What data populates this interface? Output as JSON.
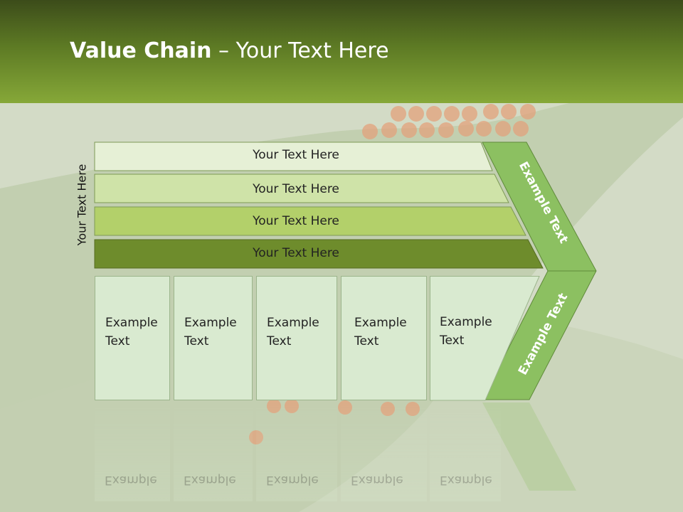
{
  "title": {
    "strong": "Value Chain",
    "rest": " – Your Text Here"
  },
  "side_label": "Your Text Here",
  "bars": [
    {
      "label": "Your Text Here",
      "color": "#e6f0d6"
    },
    {
      "label": "Your Text Here",
      "color": "#cfe3a8"
    },
    {
      "label": "Your Text Here",
      "color": "#b3d06a"
    },
    {
      "label": "Your Text Here",
      "color": "#6e8c2c"
    }
  ],
  "boxes": [
    {
      "line1": "Example",
      "line2": "Text"
    },
    {
      "line1": "Example",
      "line2": "Text"
    },
    {
      "line1": "Example",
      "line2": "Text"
    },
    {
      "line1": "Example",
      "line2": "Text"
    },
    {
      "line1": "Example",
      "line2": "Text"
    }
  ],
  "arrow": {
    "upper": "Example Text",
    "lower": "Example Text",
    "color": "#8cc061"
  }
}
